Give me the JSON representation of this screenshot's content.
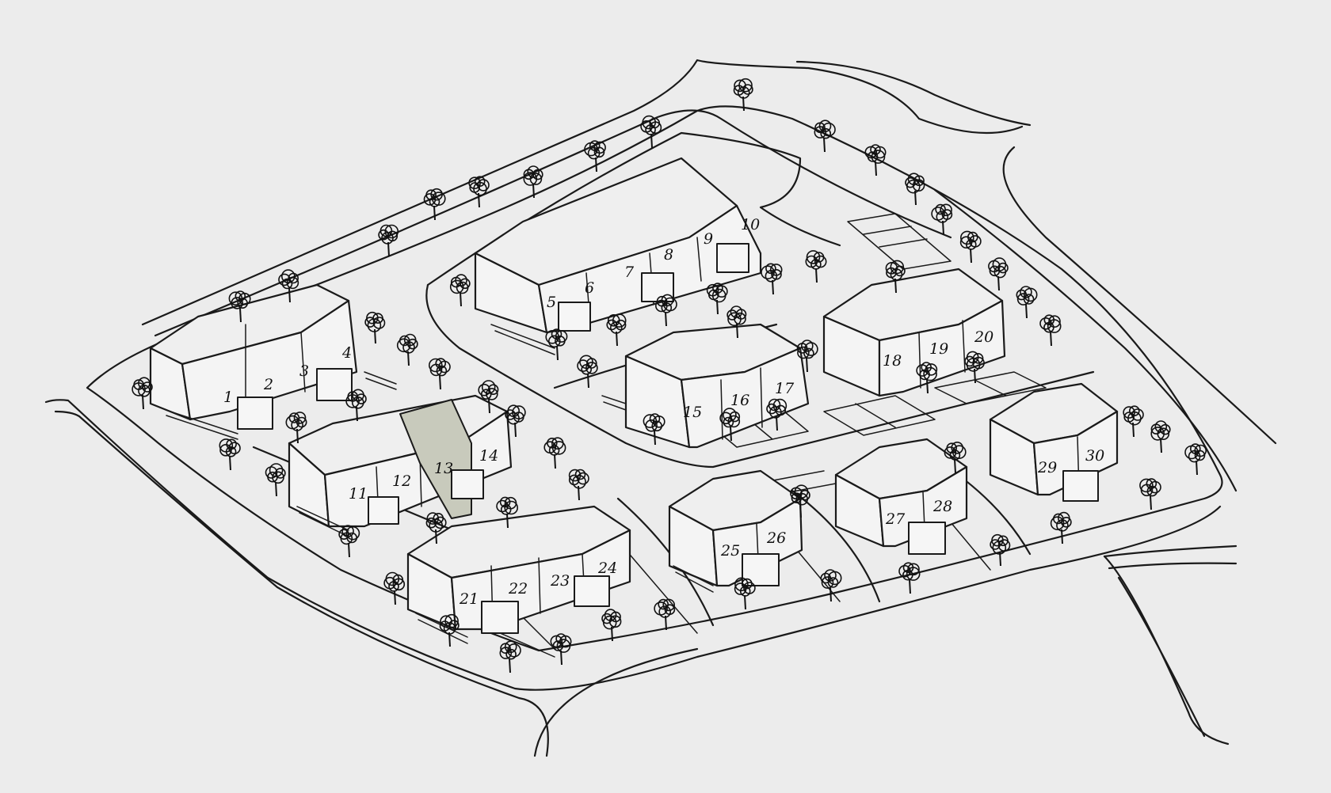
{
  "plan": {
    "colors": {
      "background": "#ececec",
      "ink": "#1a1a1a",
      "highlight": "#c8cabc"
    },
    "highlighted_plot": "13",
    "plots": [
      "1",
      "2",
      "3",
      "4",
      "5",
      "6",
      "7",
      "8",
      "9",
      "10",
      "11",
      "12",
      "13",
      "14",
      "15",
      "16",
      "17",
      "18",
      "19",
      "20",
      "21",
      "22",
      "23",
      "24",
      "25",
      "26",
      "27",
      "28",
      "29",
      "30"
    ]
  }
}
